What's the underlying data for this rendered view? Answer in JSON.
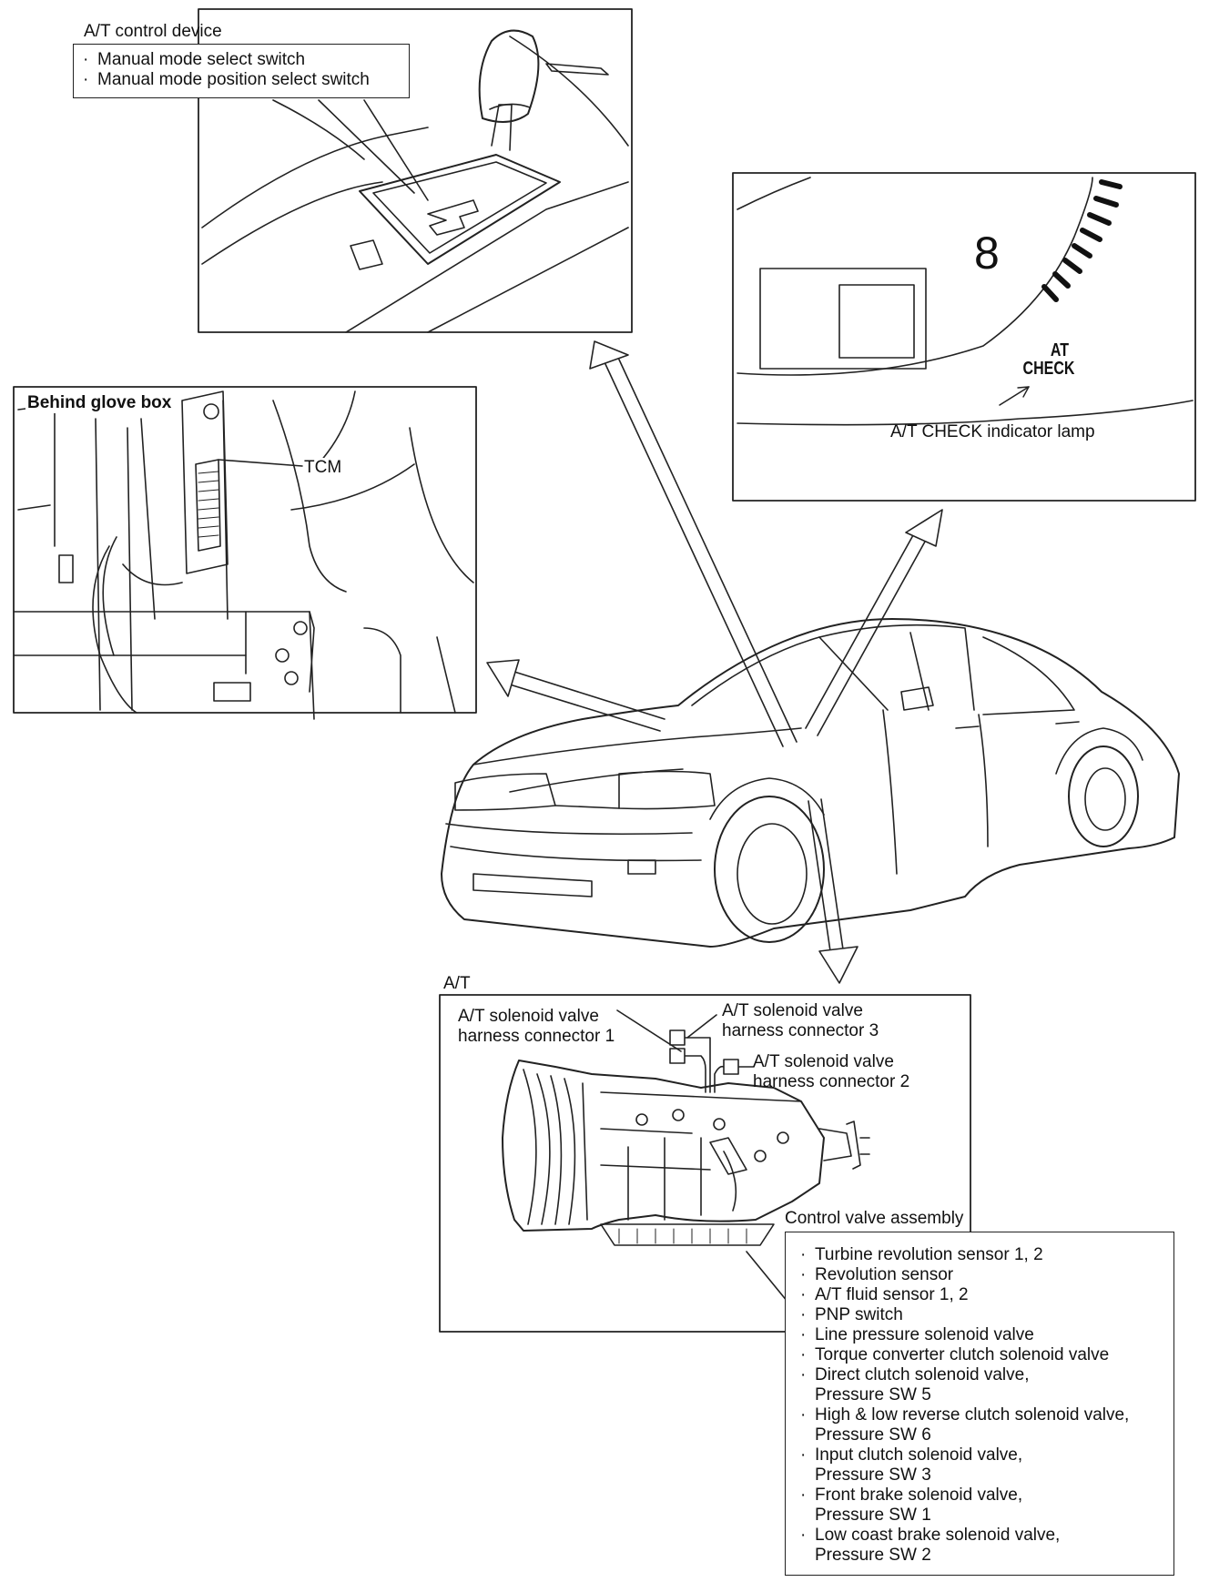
{
  "at_control_device": {
    "title": "A/T control device",
    "items": [
      "Manual mode select switch",
      "Manual mode position select switch"
    ]
  },
  "glove_box": {
    "title": "Behind glove box",
    "tcm": "TCM"
  },
  "meter": {
    "digit": "8",
    "lamp_line1": "AT",
    "lamp_line2": "CHECK",
    "lamp_label": "A/T CHECK indicator lamp"
  },
  "at": {
    "title": "A/T",
    "connector1": [
      "A/T solenoid valve",
      "harness connector 1"
    ],
    "connector3": [
      "A/T solenoid valve",
      "harness connector 3"
    ],
    "connector2": [
      "A/T solenoid valve",
      "harness connector 2"
    ],
    "control_valve": "Control valve assembly",
    "bullet": "·",
    "components": [
      [
        "Turbine revolution sensor 1, 2"
      ],
      [
        "Revolution sensor"
      ],
      [
        "A/T fluid sensor 1, 2"
      ],
      [
        "PNP switch"
      ],
      [
        "Line pressure solenoid valve"
      ],
      [
        "Torque converter clutch solenoid valve"
      ],
      [
        "Direct clutch solenoid valve,",
        "Pressure SW 5"
      ],
      [
        "High & low reverse clutch solenoid valve,",
        "Pressure SW 6"
      ],
      [
        "Input clutch solenoid valve,",
        "Pressure SW 3"
      ],
      [
        "Front brake solenoid valve,",
        "Pressure SW 1"
      ],
      [
        "Low coast brake solenoid valve,",
        "Pressure SW 2"
      ]
    ]
  }
}
